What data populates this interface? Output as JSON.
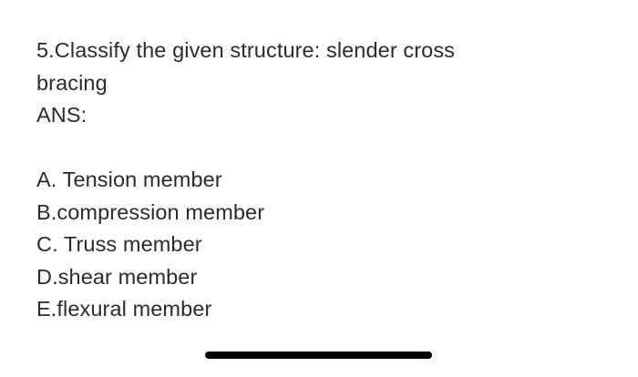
{
  "page": {
    "background_color": "#ffffff",
    "text_color": "#2b2b2b"
  },
  "question": {
    "lines": [
      "5.Classify the given structure: slender cross",
      "bracing",
      "ANS:"
    ]
  },
  "options": [
    {
      "label": "A. Tension member"
    },
    {
      "label": "B.compression member"
    },
    {
      "label": "C. Truss member"
    },
    {
      "label": "D.shear member"
    },
    {
      "label": "E.flexural member"
    }
  ],
  "home_indicator": {
    "color": "#030303"
  }
}
